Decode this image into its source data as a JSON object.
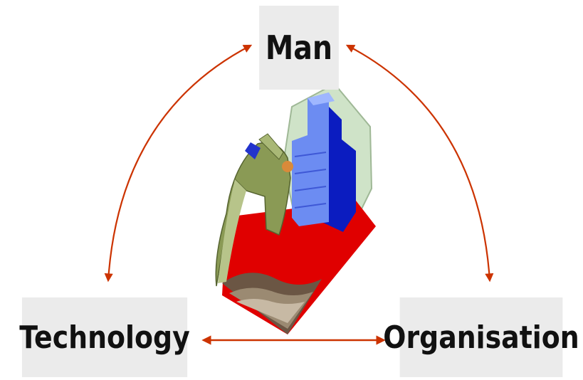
{
  "diagram": {
    "nodes": {
      "man": "Man",
      "technology": "Technology",
      "organisation": "Organisation"
    },
    "connections": [
      {
        "from": "Man",
        "to": "Technology",
        "type": "bidirectional"
      },
      {
        "from": "Man",
        "to": "Organisation",
        "type": "bidirectional"
      },
      {
        "from": "Technology",
        "to": "Organisation",
        "type": "bidirectional"
      }
    ],
    "center_image": "clipart-figure-with-building-icon"
  },
  "colors": {
    "arrow": "#cc3300",
    "box_fill": "#ebebeb",
    "text": "#111111",
    "platform_red": "#e00000",
    "building_blue": "#3355ee",
    "figure_green": "#8a9a55"
  }
}
